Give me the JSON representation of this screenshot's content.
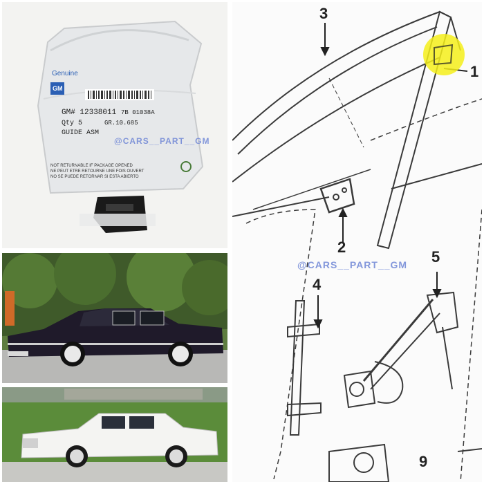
{
  "bag_label": {
    "brand": "Genuine",
    "logo": "GM",
    "part_line": "GM# 12338011",
    "code": "7B 01038A",
    "qty": "Qty 5",
    "ref": "GR.10.685",
    "desc": "GUIDE ASM",
    "return_notice": [
      "NOT RETURNABLE IF PACKAGE OPENED",
      "NE PEUT ETRE RETOURNE UNE FOIS OUVERT",
      "NO SE PUEDE RETORNAR SI ESTA ABIERTO"
    ]
  },
  "watermark": "@CARS__PART__GM",
  "diagram": {
    "callouts": [
      "1",
      "2",
      "3",
      "4",
      "5",
      "9"
    ]
  },
  "colors": {
    "highlight": "#f5ef1a",
    "car1_body": "#1f1a2a",
    "car2_body": "#f4f4f2",
    "watermark": "#6f86d6"
  }
}
